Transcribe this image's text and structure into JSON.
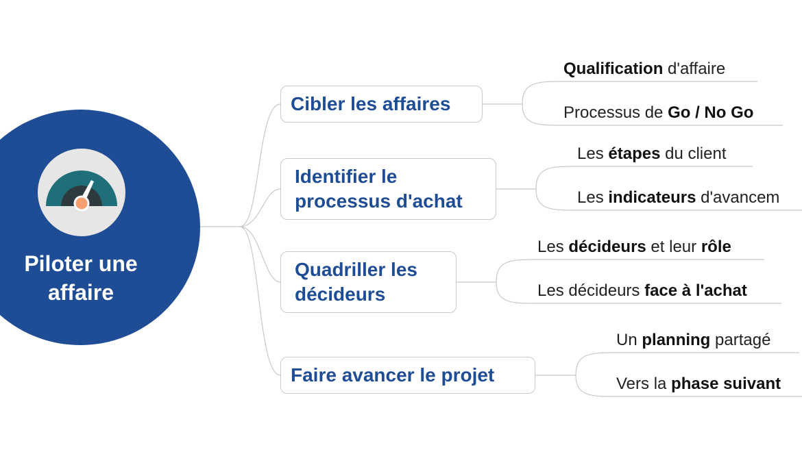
{
  "colors": {
    "hub": "#1e4d95",
    "branch_text": "#1e4d95",
    "connector": "#c8c8c8",
    "gauge_bg": "#e6e6e6",
    "gauge_arc": "#1f6f7a",
    "gauge_needle": "#f4a070"
  },
  "central": {
    "icon": "speedometer-icon",
    "title_line1": "Piloter une",
    "title_line2": "affaire"
  },
  "branches": [
    {
      "line1": "Cibler les affaires",
      "line2": "",
      "leaves": [
        {
          "parts": [
            {
              "text": "Qualification",
              "bold": true
            },
            {
              "text": " d'affaire",
              "bold": false
            }
          ]
        },
        {
          "parts": [
            {
              "text": "Processus de ",
              "bold": false
            },
            {
              "text": "Go / No Go",
              "bold": true
            }
          ]
        }
      ]
    },
    {
      "line1": "Identifier le",
      "line2": "processus d'achat",
      "leaves": [
        {
          "parts": [
            {
              "text": "Les ",
              "bold": false
            },
            {
              "text": "étapes",
              "bold": true
            },
            {
              "text": " du client",
              "bold": false
            }
          ]
        },
        {
          "parts": [
            {
              "text": "Les ",
              "bold": false
            },
            {
              "text": "indicateurs",
              "bold": true
            },
            {
              "text": " d'avancem",
              "bold": false
            }
          ]
        }
      ]
    },
    {
      "line1": "Quadriller les",
      "line2": "décideurs",
      "leaves": [
        {
          "parts": [
            {
              "text": "Les ",
              "bold": false
            },
            {
              "text": "décideurs",
              "bold": true
            },
            {
              "text": " et leur ",
              "bold": false
            },
            {
              "text": "rôle",
              "bold": true
            }
          ]
        },
        {
          "parts": [
            {
              "text": "Les décideurs ",
              "bold": false
            },
            {
              "text": "face à l'achat",
              "bold": true
            }
          ]
        }
      ]
    },
    {
      "line1": "Faire avancer le projet",
      "line2": "",
      "leaves": [
        {
          "parts": [
            {
              "text": "Un ",
              "bold": false
            },
            {
              "text": "planning",
              "bold": true
            },
            {
              "text": " partagé",
              "bold": false
            }
          ]
        },
        {
          "parts": [
            {
              "text": "Vers la ",
              "bold": false
            },
            {
              "text": "phase suivant",
              "bold": true
            }
          ]
        }
      ]
    }
  ]
}
